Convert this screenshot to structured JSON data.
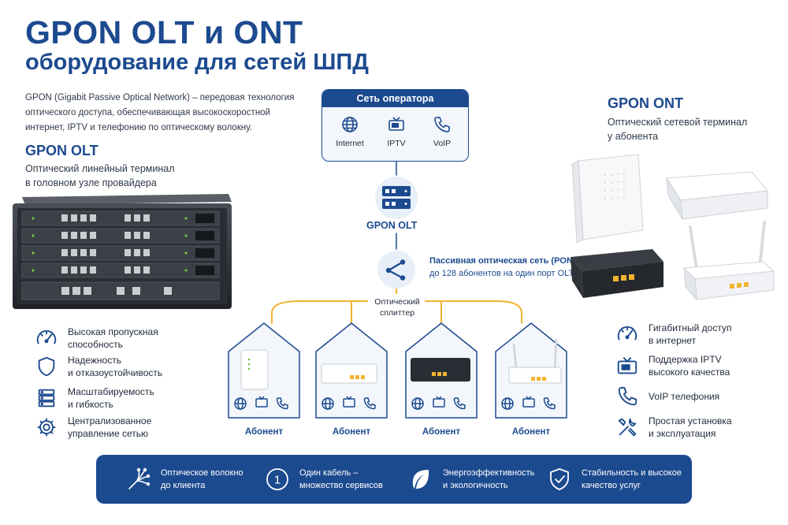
{
  "header": {
    "title": "GPON OLT и ONT",
    "subtitle": "оборудование для сетей ШПД",
    "intro": "GPON (Gigabit Passive Optical Network) – передовая технология оптического доступа, обеспечивающая высокоскоростной интернет, IPTV и телефонию по оптическому волокну."
  },
  "olt": {
    "title": "GPON OLT",
    "subtitle_line1": "Оптический линейный терминал",
    "subtitle_line2": "в головном узле провайдера",
    "features": [
      {
        "line1": "Высокая пропускная",
        "line2": "способность",
        "icon": "speedometer-icon"
      },
      {
        "line1": "Надежность",
        "line2": "и отказоустойчивость",
        "icon": "shield-icon"
      },
      {
        "line1": "Масштабируемость",
        "line2": "и гибкость",
        "icon": "server-stack-icon"
      },
      {
        "line1": "Централизованное",
        "line2": "управление сетью",
        "icon": "gear-icon"
      }
    ]
  },
  "operator": {
    "title": "Сеть оператора",
    "items": [
      {
        "label": "Internet",
        "icon": "globe-icon"
      },
      {
        "label": "IPTV",
        "icon": "tv-icon"
      },
      {
        "label": "VoIP",
        "icon": "phone-icon"
      }
    ]
  },
  "diagram": {
    "olt_label": "GPON OLT",
    "pon_line1": "Пассивная оптическая сеть (PON)",
    "pon_line2": "до 128 абонентов на один порт OLT",
    "splitter_line1": "Оптический",
    "splitter_line2": "сплиттер",
    "subscribers": [
      "Абонент",
      "Абонент",
      "Абонент",
      "Абонент"
    ]
  },
  "ont": {
    "title": "GPON ONT",
    "subtitle_line1": "Оптический сетевой терминал",
    "subtitle_line2": "у абонента",
    "features": [
      {
        "line1": "Гигабитный доступ",
        "line2": "в интернет",
        "icon": "speedometer-icon"
      },
      {
        "line1": "Поддержка IPTV",
        "line2": "высокого качества",
        "icon": "tv-icon"
      },
      {
        "line1": "VoIP телефония",
        "line2": "",
        "icon": "phone-icon"
      },
      {
        "line1": "Простая установка",
        "line2": "и эксплуатация",
        "icon": "tools-icon"
      }
    ]
  },
  "bottom": {
    "items": [
      {
        "line1": "Оптическое волокно",
        "line2": "до клиента",
        "icon": "fiber-icon"
      },
      {
        "line1": "Один кабель –",
        "line2": "множество сервисов",
        "icon": "number-one-icon",
        "glyph": "1"
      },
      {
        "line1": "Энергоэффективность",
        "line2": "и экологичность",
        "icon": "leaf-icon"
      },
      {
        "line1": "Стабильность и высокое",
        "line2": "качество услуг",
        "icon": "shield-check-icon"
      }
    ]
  },
  "colors": {
    "brand": "#1c4a8f",
    "fiber": "#f2b431",
    "bar": "#1c4a8f"
  }
}
